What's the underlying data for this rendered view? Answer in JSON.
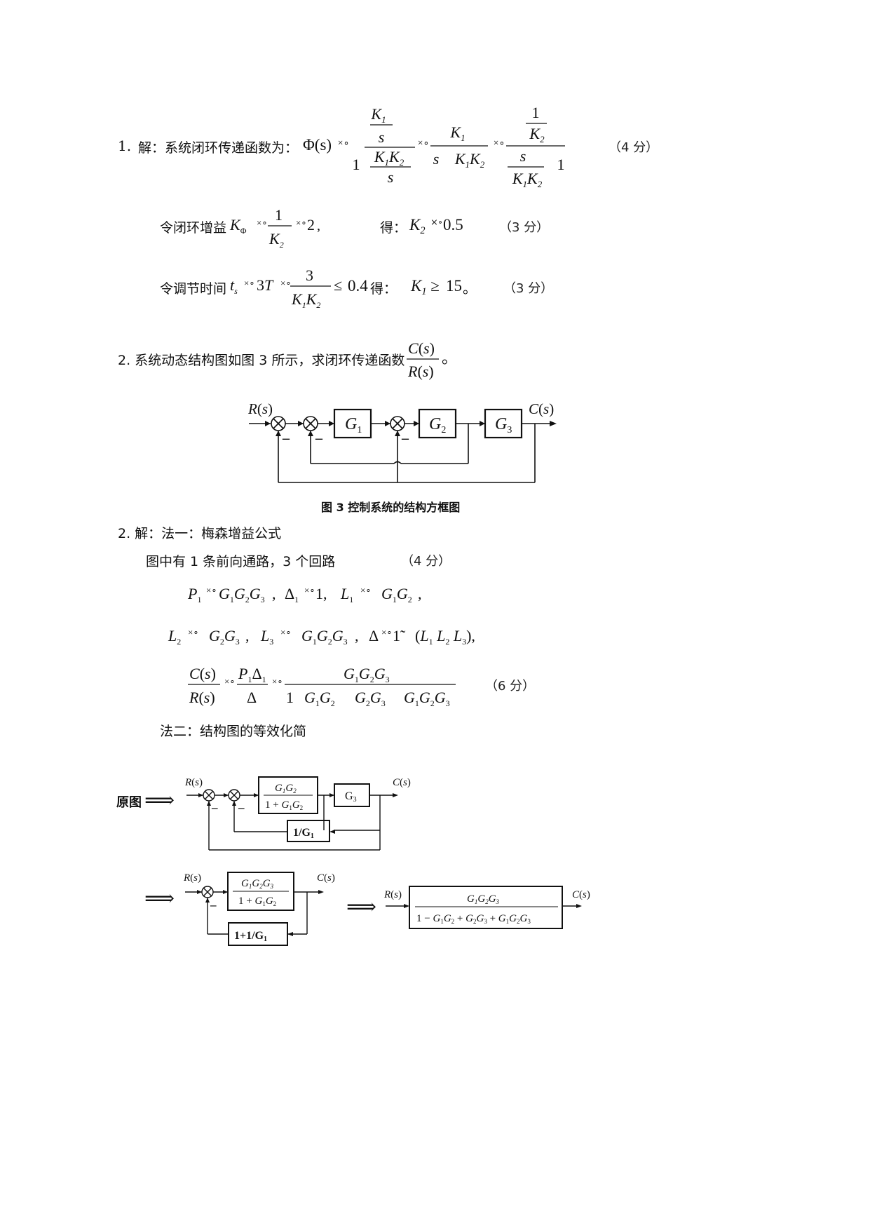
{
  "q1": {
    "num_label": "1.",
    "lead": "解：系统闭环传递函数为：",
    "phi": "Φ(s)",
    "score": "（4 分）"
  },
  "q1_line2": {
    "text_a": "令闭环增益",
    "text_b": "得：",
    "val": "0.5",
    "score": "（3 分）"
  },
  "q1_line3": {
    "text_a": "令调节时间",
    "text_b": "得：",
    "cond": "0.4",
    "result": "15",
    "score": "（3 分）"
  },
  "q2": {
    "text": "2. 系统动态结构图如图 3 所示，求闭环传递函数",
    "caption": "图 3  控制系统的结构方框图"
  },
  "sol2": {
    "head": "2. 解：法一：梅森增益公式",
    "sub": "图中有 1 条前向通路，3 个回路",
    "sub_score": "（4 分）",
    "result_score": "（6 分）",
    "method2": "法二：结构图的等效化简"
  },
  "diagram_labels": {
    "R": "R(s)",
    "C": "C(s)",
    "G1": "G",
    "G2": "G",
    "G3": "G",
    "minus": "–",
    "yuantu": "原图",
    "arrow": "⟹",
    "inv_g1": "1/G₁",
    "one_plus": "1+1/G₁"
  }
}
